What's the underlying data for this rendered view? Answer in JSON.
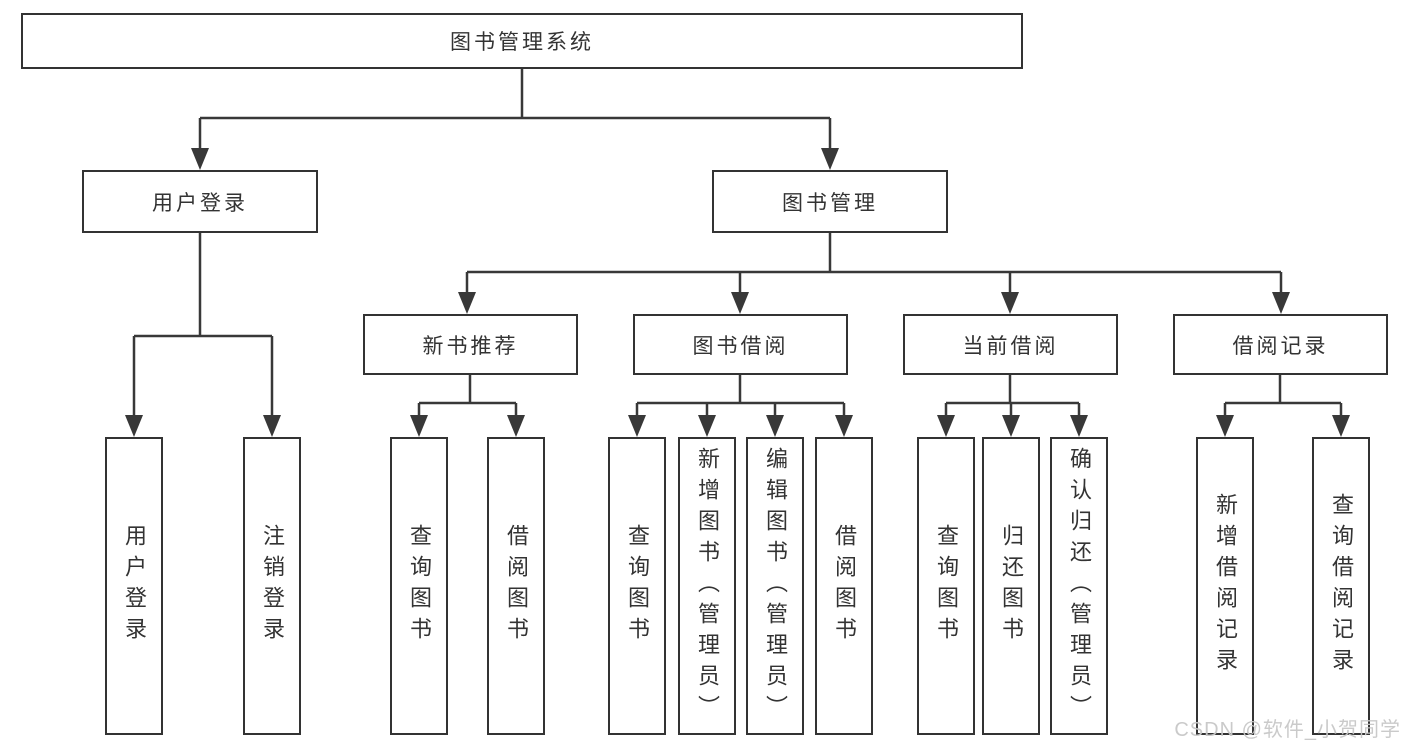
{
  "root": {
    "label": "图书管理系统"
  },
  "user_login": {
    "label": "用户登录",
    "children": [
      {
        "label": "用户登录"
      },
      {
        "label": "注销登录"
      }
    ]
  },
  "book_mgmt": {
    "label": "图书管理",
    "sections": [
      {
        "label": "新书推荐",
        "children": [
          {
            "label": "查询图书"
          },
          {
            "label": "借阅图书"
          }
        ]
      },
      {
        "label": "图书借阅",
        "children": [
          {
            "label": "查询图书"
          },
          {
            "label": "新增图书（管理员）"
          },
          {
            "label": "编辑图书（管理员）"
          },
          {
            "label": "借阅图书"
          }
        ]
      },
      {
        "label": "当前借阅",
        "children": [
          {
            "label": "查询图书"
          },
          {
            "label": "归还图书"
          },
          {
            "label": "确认归还（管理员）"
          }
        ]
      },
      {
        "label": "借阅记录",
        "children": [
          {
            "label": "新增借阅记录"
          },
          {
            "label": "查询借阅记录"
          }
        ]
      }
    ]
  },
  "watermark": {
    "text": "CSDN @软件_小贺同学"
  },
  "style": {
    "line_color": "#383838",
    "border_color": "#333333",
    "text_color": "#333333",
    "watermark_color": "#c8c8c8",
    "background": "#ffffff"
  }
}
